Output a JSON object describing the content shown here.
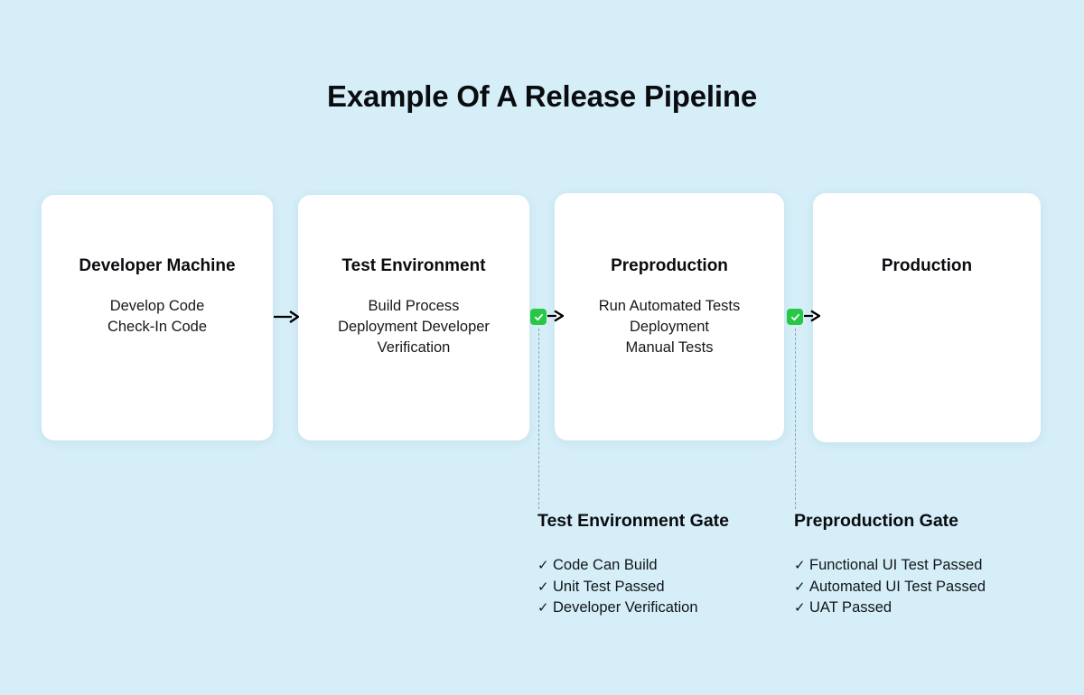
{
  "page": {
    "title": "Example Of A Release Pipeline",
    "background_color": "#d5eef8",
    "card_color": "#ffffff",
    "accent_green": "#28c746",
    "text_color": "#0a0c0f",
    "dash_color": "#8ea3ad"
  },
  "stages": [
    {
      "name": "Developer Machine",
      "activities": "Develop Code\nCheck-In Code"
    },
    {
      "name": "Test Environment",
      "activities": "Build Process\nDeployment Developer\nVerification"
    },
    {
      "name": "Preproduction",
      "activities": "Run Automated Tests\nDeployment\nManual Tests"
    },
    {
      "name": "Production",
      "activities": ""
    }
  ],
  "connectors": [
    {
      "type": "arrow",
      "icon": "arrow-right-icon",
      "from": "Developer Machine",
      "to": "Test Environment",
      "gated": false
    },
    {
      "type": "gate",
      "icon": "green-check-badge-icon",
      "from": "Test Environment",
      "to": "Preproduction",
      "gated": true
    },
    {
      "type": "gate",
      "icon": "green-check-badge-icon",
      "from": "Preproduction",
      "to": "Production",
      "gated": true
    }
  ],
  "gates": [
    {
      "title": "Test Environment Gate",
      "check_icon": "check-icon",
      "criteria": [
        "Code Can Build",
        "Unit Test Passed",
        "Developer Verification"
      ]
    },
    {
      "title": "Preproduction Gate",
      "check_icon": "check-icon",
      "criteria": [
        "Functional UI Test Passed",
        "Automated UI Test Passed",
        "UAT Passed"
      ]
    }
  ]
}
